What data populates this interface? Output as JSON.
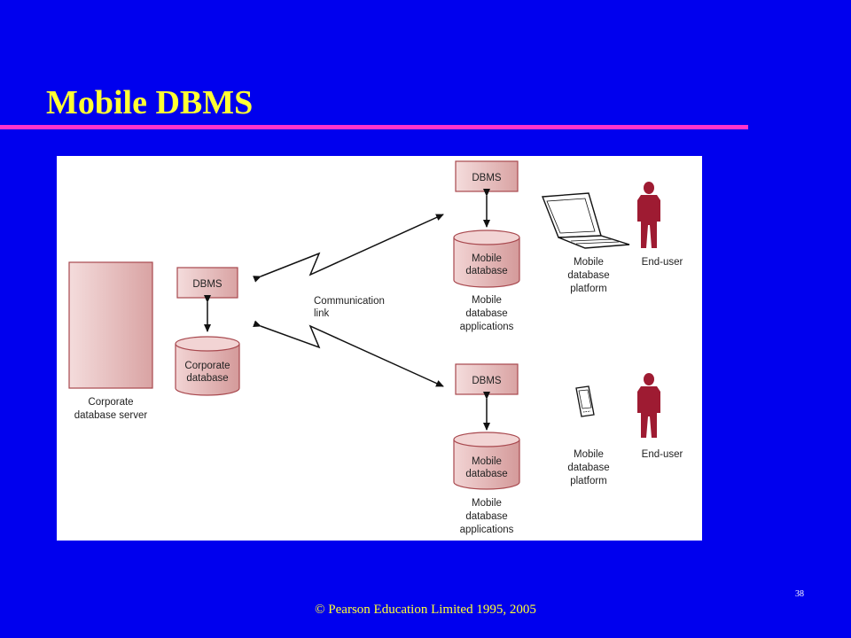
{
  "slide": {
    "title": "Mobile DBMS",
    "page_number": "38",
    "copyright": "© Pearson Education Limited 1995, 2005"
  },
  "colors": {
    "background": "#0000ee",
    "title": "#ffff33",
    "rule": "#ff33cc",
    "box_fill": "#e8bcbc",
    "box_stroke": "#a8484e",
    "person": "#9e1b32"
  },
  "diagram": {
    "server_label_line1": "Corporate",
    "server_label_line2": "database server",
    "central_dbms": "DBMS",
    "corporate_db_line1": "Corporate",
    "corporate_db_line2": "database",
    "comm_link_line1": "Communication",
    "comm_link_line2": "link",
    "top_site": {
      "dbms": "DBMS",
      "db_line1": "Mobile",
      "db_line2": "database",
      "apps_line1": "Mobile",
      "apps_line2": "database",
      "apps_line3": "applications",
      "platform_line1": "Mobile",
      "platform_line2": "database",
      "platform_line3": "platform",
      "end_user": "End-user",
      "device": "laptop-icon"
    },
    "bottom_site": {
      "dbms": "DBMS",
      "db_line1": "Mobile",
      "db_line2": "database",
      "apps_line1": "Mobile",
      "apps_line2": "database",
      "apps_line3": "applications",
      "platform_line1": "Mobile",
      "platform_line2": "database",
      "platform_line3": "platform",
      "end_user": "End-user",
      "device": "pda-icon"
    }
  }
}
